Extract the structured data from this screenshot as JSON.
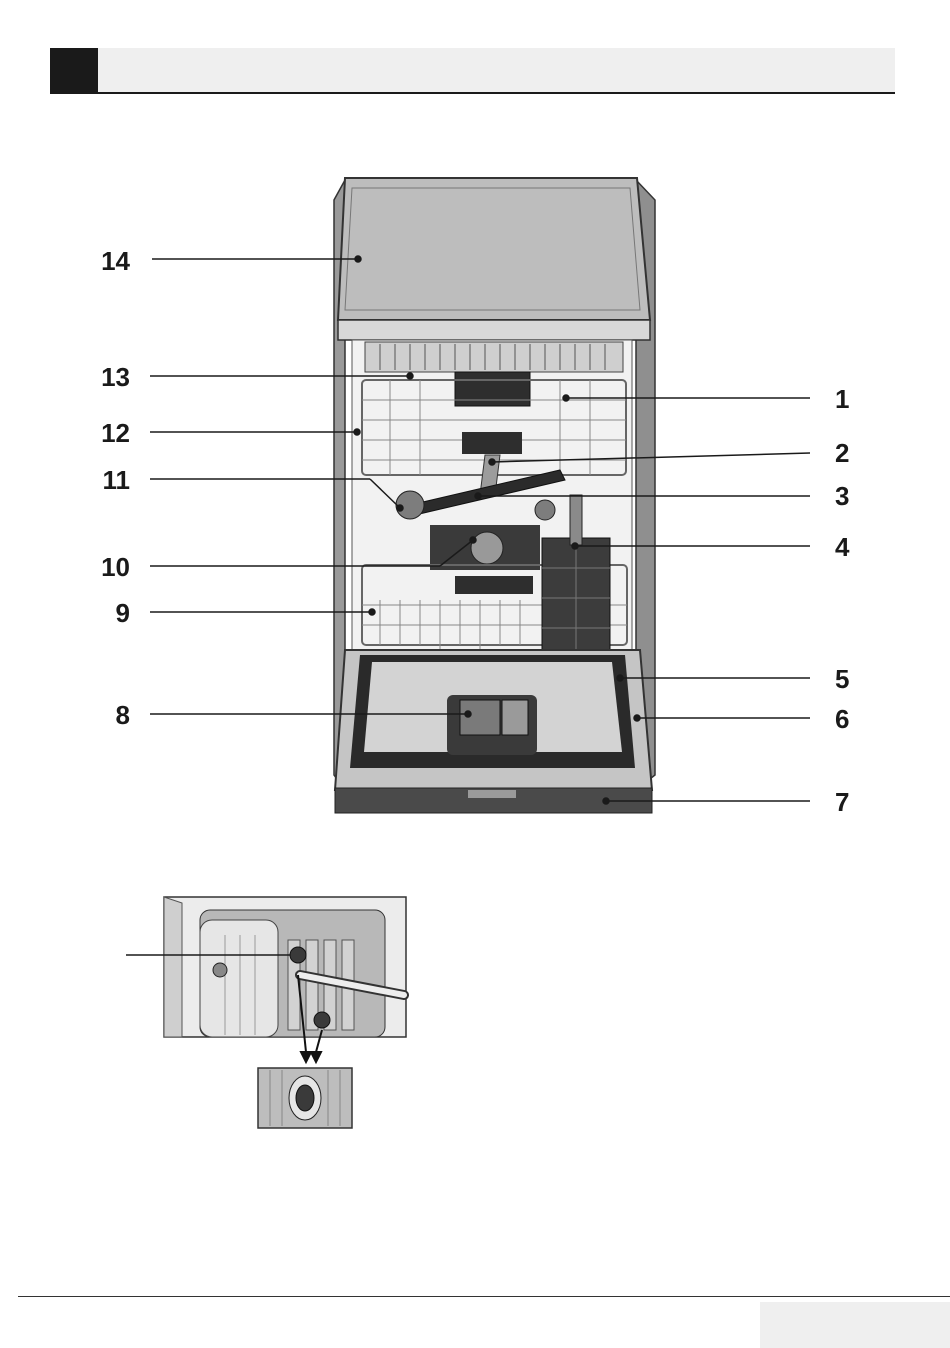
{
  "header": {
    "title": ""
  },
  "callouts": [
    {
      "id": "1",
      "label": "1"
    },
    {
      "id": "2",
      "label": "2"
    },
    {
      "id": "3",
      "label": "3"
    },
    {
      "id": "4",
      "label": "4"
    },
    {
      "id": "5",
      "label": "5"
    },
    {
      "id": "6",
      "label": "6"
    },
    {
      "id": "7",
      "label": "7"
    },
    {
      "id": "8",
      "label": "8"
    },
    {
      "id": "9",
      "label": "9"
    },
    {
      "id": "10",
      "label": "10"
    },
    {
      "id": "11",
      "label": "11"
    },
    {
      "id": "12",
      "label": "12"
    },
    {
      "id": "13",
      "label": "13"
    },
    {
      "id": "14",
      "label": "14"
    }
  ],
  "footer": {
    "page_number": ""
  },
  "colors": {
    "ink": "#1a1a1a",
    "panel": "#efefef",
    "body_grey": "#b9b9b9",
    "rack_grey": "#8a8a8a"
  }
}
